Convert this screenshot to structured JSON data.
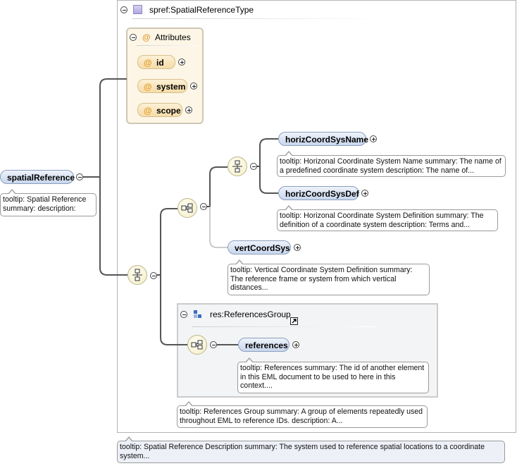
{
  "type_box": {
    "title": "spref:SpatialReferenceType"
  },
  "attributes": {
    "title": "Attributes",
    "items": [
      {
        "label": "id"
      },
      {
        "label": "system"
      },
      {
        "label": "scope"
      }
    ]
  },
  "root": {
    "label": "spatialReference",
    "tooltip": "tooltip: Spatial Reference summary: description:"
  },
  "elements": {
    "horiz_name": {
      "label": "horizCoordSysName",
      "tooltip": "tooltip: Horizonal Coordinate System Name summary: The name of a predefined coordinate system description: The name of..."
    },
    "horiz_def": {
      "label": "horizCoordSysDef",
      "tooltip": "tooltip: Horizonal Coordinate System Definition summary: The definition of a coordinate system description: Terms and..."
    },
    "vert": {
      "label": "vertCoordSys",
      "tooltip": "tooltip: Vertical Coordinate System Definition summary: The reference frame or system from which vertical distances..."
    },
    "references": {
      "label": "references",
      "tooltip": "tooltip: References summary: The id of another element in this EML document to be used to here in this context...."
    }
  },
  "group": {
    "title": "res:ReferencesGroup",
    "tooltip": "tooltip: References Group summary: A group of elements repeatedly used throughout EML to reference IDs. description: A..."
  },
  "type_tooltip": "tooltip: Spatial Reference Description summary: The system used to reference spatial locations to a coordinate system...",
  "colors": {
    "element_fill": "#c8d6ec",
    "attribute_fill": "#f5dca8",
    "attribute_box": "#fdf6e6",
    "group_box": "#f3f4f6",
    "compositor_fill": "#f3efc8"
  }
}
